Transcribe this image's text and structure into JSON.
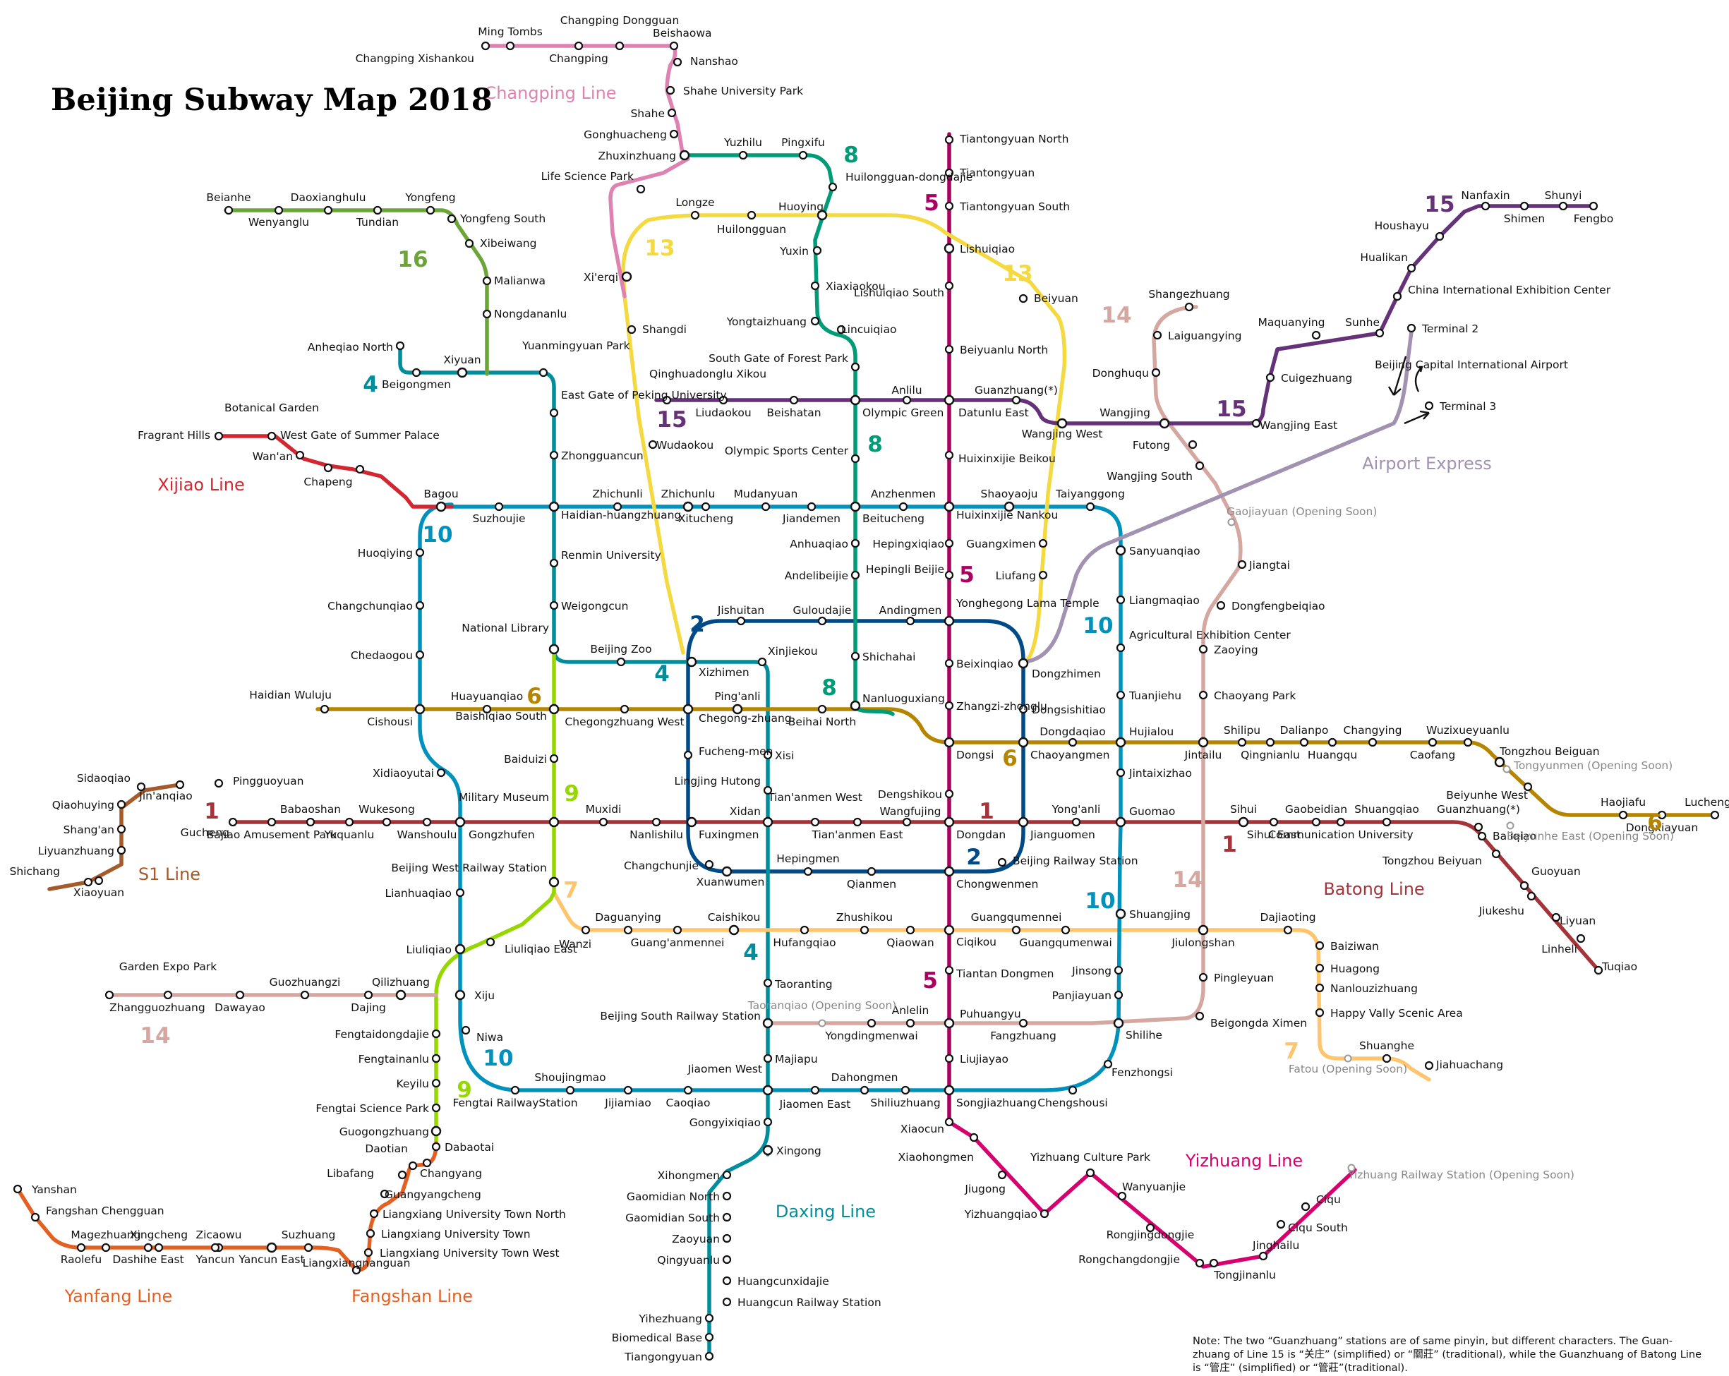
{
  "title": "Beijing Subway Map 2018",
  "note": [
    "Note: The two “Guanzhuang” stations are of same pinyin, but different characters. The Guan-",
    "zhuang of Line 15 is “关庄” (simplified) or “關莊” (traditional), while the Guanzhuang of Batong Line",
    "is “管庄” (simplified) or “管莊”(traditional)."
  ],
  "colors": {
    "line1": "#a4343a",
    "line2": "#004a87",
    "line4": "#008e9c",
    "line5": "#aa0061",
    "line6": "#b58500",
    "line7": "#ffc56e",
    "line8": "#009b77",
    "line9": "#97d700",
    "line10": "#0092bc",
    "line13": "#f4da40",
    "line14": "#d5a7a1",
    "line15": "#653279",
    "line16": "#6ba539",
    "changping": "#de82b2",
    "fangshan": "#e46022",
    "yanfang": "#e46022",
    "yizhuang": "#d6006f",
    "s1": "#a45a2a",
    "xijiao": "#d22730",
    "batong": "#a4343a",
    "daxing": "#008e9c",
    "airport": "#a192b2"
  },
  "line_labels": [
    {
      "name": "line1-number-west",
      "text": "1",
      "color": "#a4343a"
    },
    {
      "name": "line1-number-center",
      "text": "1",
      "color": "#a4343a"
    },
    {
      "name": "line1-number-batong",
      "text": "1",
      "color": "#a4343a"
    },
    {
      "name": "line2-number-nw",
      "text": "2",
      "color": "#004a87"
    },
    {
      "name": "line2-number-se",
      "text": "2",
      "color": "#004a87"
    },
    {
      "name": "line4-number-north",
      "text": "4",
      "color": "#008e9c"
    },
    {
      "name": "line4-number-center",
      "text": "4",
      "color": "#008e9c"
    },
    {
      "name": "line4-number-south",
      "text": "4",
      "color": "#008e9c"
    },
    {
      "name": "line5-number-north",
      "text": "5",
      "color": "#aa0061"
    },
    {
      "name": "line5-number-center",
      "text": "5",
      "color": "#aa0061"
    },
    {
      "name": "line5-number-south",
      "text": "5",
      "color": "#aa0061"
    },
    {
      "name": "line6-number-west",
      "text": "6",
      "color": "#b58500"
    },
    {
      "name": "line6-number-center",
      "text": "6",
      "color": "#b58500"
    },
    {
      "name": "line6-number-east",
      "text": "6",
      "color": "#b58500"
    },
    {
      "name": "line7-number-west",
      "text": "7",
      "color": "#ffc56e"
    },
    {
      "name": "line7-number-east",
      "text": "7",
      "color": "#ffc56e"
    },
    {
      "name": "line8-number-north",
      "text": "8",
      "color": "#009b77"
    },
    {
      "name": "line8-number-center",
      "text": "8",
      "color": "#009b77"
    },
    {
      "name": "line8-number-south",
      "text": "8",
      "color": "#009b77"
    },
    {
      "name": "line9-number-north",
      "text": "9",
      "color": "#97d700"
    },
    {
      "name": "line9-number-south",
      "text": "9",
      "color": "#97d700"
    },
    {
      "name": "line10-number-nw",
      "text": "10",
      "color": "#0092bc"
    },
    {
      "name": "line10-number-ne",
      "text": "10",
      "color": "#0092bc"
    },
    {
      "name": "line10-number-se",
      "text": "10",
      "color": "#0092bc"
    },
    {
      "name": "line10-number-sw",
      "text": "10",
      "color": "#0092bc"
    },
    {
      "name": "line13-number-west",
      "text": "13",
      "color": "#f4da40"
    },
    {
      "name": "line13-number-east",
      "text": "13",
      "color": "#f4da40"
    },
    {
      "name": "line14-number-west",
      "text": "14",
      "color": "#d5a7a1"
    },
    {
      "name": "line14-number-north",
      "text": "14",
      "color": "#d5a7a1"
    },
    {
      "name": "line14-number-east",
      "text": "14",
      "color": "#d5a7a1"
    },
    {
      "name": "line15-number-west",
      "text": "15",
      "color": "#653279"
    },
    {
      "name": "line15-number-center",
      "text": "15",
      "color": "#653279"
    },
    {
      "name": "line15-number-east",
      "text": "15",
      "color": "#653279"
    },
    {
      "name": "line16-number",
      "text": "16",
      "color": "#6ba539"
    }
  ],
  "line_names": [
    {
      "name": "changping-line-name",
      "text": "Changping Line",
      "color": "#de82b2"
    },
    {
      "name": "xijiao-line-name",
      "text": "Xijiao Line",
      "color": "#d22730"
    },
    {
      "name": "s1-line-name",
      "text": "S1 Line",
      "color": "#a45a2a"
    },
    {
      "name": "batong-line-name",
      "text": "Batong Line",
      "color": "#a4343a"
    },
    {
      "name": "airport-express-name",
      "text": "Airport Express",
      "color": "#a192b2"
    },
    {
      "name": "yizhuang-line-name",
      "text": "Yizhuang Line",
      "color": "#d6006f"
    },
    {
      "name": "daxing-line-name",
      "text": "Daxing Line",
      "color": "#008e9c"
    },
    {
      "name": "yanfang-line-name",
      "text": "Yanfang Line",
      "color": "#e46022"
    },
    {
      "name": "fangshan-line-name",
      "text": "Fangshan Line",
      "color": "#e46022"
    }
  ],
  "stations": [
    "Ming Tombs",
    "Changping Dongguan",
    "Beishaowa",
    "Changping Xishankou",
    "Changping",
    "Nanshao",
    "Shahe University Park",
    "Shahe",
    "Gonghuacheng",
    "Zhuxinzhuang",
    "Life Science Park",
    "Yuzhilu",
    "Pingxifu",
    "Huilongguan-dongdajie",
    "Longze",
    "Huilongguan",
    "Huoying",
    "Xi'erqi",
    "Yuxin",
    "Xiaxiaokou",
    "Yongtaizhuang",
    "Lincuiqiao",
    "Shangdi",
    "South Gate of Forest Park",
    "Qinghuadonglu Xikou",
    "Liudaokou",
    "Beishatan",
    "Anlilu",
    "Olympic Green",
    "Guanzhuang(*)",
    "Wangjing West",
    "Wudaokou",
    "Olympic Sports Center",
    "Tiantongyuan North",
    "Tiantongyuan",
    "Tiantongyuan South",
    "Lishuiqiao",
    "Lishuiqiao South",
    "Beiyuan",
    "Beiyuanlu North",
    "Datunlu East",
    "Huixinxijie Beikou",
    "Huixinxijie Nankou",
    "Shaoyaoju",
    "Taiyanggong",
    "Guangximen",
    "Liufang",
    "Hepingxiqiao",
    "Hepingli Beijie",
    "Yonghegong Lama Temple",
    "Beixinqiao",
    "Dongzhimen",
    "Zhangzi-zhonglu",
    "Dongsi",
    "Dongsishitiao",
    "Dongdaqiao",
    "Chaoyangmen",
    "Dengshikou",
    "Wangfujing",
    "Dongdan",
    "Jianguomen",
    "Yong'anli",
    "Beijing Railway Station",
    "Chongwenmen",
    "Ciqikou",
    "Tiantan Dongmen",
    "Puhuangyu",
    "Liujiayao",
    "Songjiazhuang",
    "Xiaocun",
    "Xiaohongmen",
    "Yizhuang Culture Park",
    "Jiugong",
    "Wanyuanjie",
    "Yizhuangqiao",
    "Rongjingdongjie",
    "Rongchangdongjie",
    "Tongjinanlu",
    "Jinghailu",
    "Ciqu South",
    "Ciqu",
    "Yizhuang Railway Station",
    "Beianhe",
    "Daoxianghulu",
    "Yongfeng",
    "Wenyanglu",
    "Tundian",
    "Yongfeng South",
    "Xibeiwang",
    "Malianwa",
    "Nongdananlu",
    "Anheqiao North",
    "Xiyuan",
    "Beigongmen",
    "Yuanmingyuan Park",
    "East Gate of Peking University",
    "Zhongguancun",
    "Haidian-huangzhuang",
    "Renmin University",
    "Weigongcun",
    "National Library",
    "Beijing Zoo",
    "Xizhimen",
    "Xinjiekou",
    "Ping'anli",
    "Xisi",
    "Lingjing Hutong",
    "Xidan",
    "Xuanwumen",
    "Caishikou",
    "Taoranting",
    "Beijing South Railway Station",
    "Majiapu",
    "Jiaomen West",
    "Gongyixiqiao",
    "Xingong",
    "Xihongmen",
    "Gaomidian North",
    "Gaomidian South",
    "Zaoyuan",
    "Qingyuanlu",
    "Huangcunxidajie",
    "Huangcun Railway Station",
    "Yihezhuang",
    "Biomedical Base",
    "Tiangongyuan",
    "Bagou",
    "Suzhoujie",
    "Zhichunli",
    "Zhichunlu",
    "Xitucheng",
    "Mudanyuan",
    "Jiandemen",
    "Beitucheng",
    "Anzhenmen",
    "Sanyuanqiao",
    "Liangmaqiao",
    "Agricultural Exhibition Center",
    "Tuanjiehu",
    "Hujialou",
    "Jintaixizhao",
    "Guomao",
    "Shuangjing",
    "Jinsong",
    "Panjiayuan",
    "Shilihe",
    "Fenzhongsi",
    "Chengshousi",
    "Shiliuzhuang",
    "Dahongmen",
    "Jiaomen East",
    "Caoqiao",
    "Jijiamiao",
    "Shoujingmao",
    "Fengtai RailwayStation",
    "Niwa",
    "Xiju",
    "Liuliqiao",
    "Lianhuaqiao",
    "Gongzhufen",
    "Xidiaoyutai",
    "Cishousi",
    "Chedaogou",
    "Changchunqiao",
    "Huoqiying",
    "Fragrant Hills",
    "Botanical Garden",
    "Wan'an",
    "West Gate of Summer Palace",
    "Chapeng",
    "Sidaoqiao",
    "Jin'anqiao",
    "Qiaohuying",
    "Shang'an",
    "Liyuanzhuang",
    "Shichang",
    "Xiaoyuan",
    "Pingguoyuan",
    "Gucheng",
    "Bajiao Amusement Park",
    "Babaoshan",
    "Yuquanlu",
    "Wukesong",
    "Wanshoulu",
    "Military Museum",
    "Muxidi",
    "Nanlishilu",
    "Fuxingmen",
    "Tian'anmen West",
    "Tian'anmen East",
    "Sihui",
    "Sihui East",
    "Gaobeidian",
    "Communication University",
    "Shuangqiao",
    "Guanzhuang(*)",
    "Baliqiao",
    "Tongzhou Beiyuan",
    "Guoyuan",
    "Jiukeshu",
    "Liyuan",
    "Linheli",
    "Tuqiao",
    "Haidian Wuluju",
    "Huayuanqiao",
    "Baishiqiao South",
    "Chegongzhuang West",
    "Chegong-zhuang",
    "Beihai North",
    "Nanluoguxiang",
    "Jintailu",
    "Shilipu",
    "Qingnianlu",
    "Dalianpo",
    "Huangqu",
    "Changying",
    "Caofang",
    "Wuzixueyuanlu",
    "Tongzhou Beiguan",
    "Beiyunhe West",
    "Haojiafu",
    "Dongxiayuan",
    "Lucheng",
    "Baiduizi",
    "Beijing West Railway Station",
    "Liuliqiao East",
    "Wanzi",
    "Daguanying",
    "Guang'anmennei",
    "Hufangqiao",
    "Zhushikou",
    "Qiaowan",
    "Guangqumennei",
    "Guangqumenwai",
    "Jiulongshan",
    "Dajiaoting",
    "Baiziwan",
    "Huagong",
    "Nanlouzizhuang",
    "Happy Vally Scenic Area",
    "Shuanghe",
    "Jiahuachang",
    "Shichahai",
    "Andelibeijie",
    "Anhuaqiao",
    "Guloudajie",
    "Andingmen",
    "Jishuitan",
    "Fucheng-men",
    "Hepingmen",
    "Qianmen",
    "Changchunjie",
    "Yongdingmenwai",
    "Anlelin",
    "Fangzhuang",
    "Pingleyuan",
    "Beigongda Ximen",
    "Jiangtai",
    "Dongfengbeiqiao",
    "Zaoying",
    "Chaoyang Park",
    "Futong",
    "Wangjing South",
    "Wangjing",
    "Laiguangying",
    "Shangezhuang",
    "Donghuqu",
    "Maquanying",
    "Cuigezhuang",
    "Wangjing East",
    "Sunhe",
    "China International Exhibition Center",
    "Hualikan",
    "Houshayu",
    "Nanfaxin",
    "Shimen",
    "Shunyi",
    "Fengbo",
    "Terminal 2",
    "Terminal 3",
    "Beijing Capital International Airport",
    "Garden Expo Park",
    "Zhangguozhuang",
    "Dawayao",
    "Guozhuangzi",
    "Dajing",
    "Qilizhuang",
    "Fengtaidongdajie",
    "Fengtainanlu",
    "Keyilu",
    "Fengtai Science Park",
    "Guogongzhuang",
    "Daotian",
    "Dabaotai",
    "Changyang",
    "Libafang",
    "Guangyangcheng",
    "Liangxiang University Town North",
    "Liangxiang University Town",
    "Liangxiang University Town West",
    "Liangxiangnanguan",
    "Suzhuang",
    "Yanshan",
    "Fangshan Chengguan",
    "Magezhuang",
    "Xingcheng",
    "Zicaowu",
    "Raolefu",
    "Dashihe East",
    "Yancun",
    "Yancun East"
  ],
  "soon_stations": [
    "Gaojiayuan (Opening Soon)",
    "Tongyunmen (Opening Soon)",
    "Beiyunhe East (Opening Soon)",
    "Taoranqiao (Opening Soon)",
    "Fatou (Opening Soon)",
    "Yizhuang Railway Station (Opening Soon)"
  ]
}
